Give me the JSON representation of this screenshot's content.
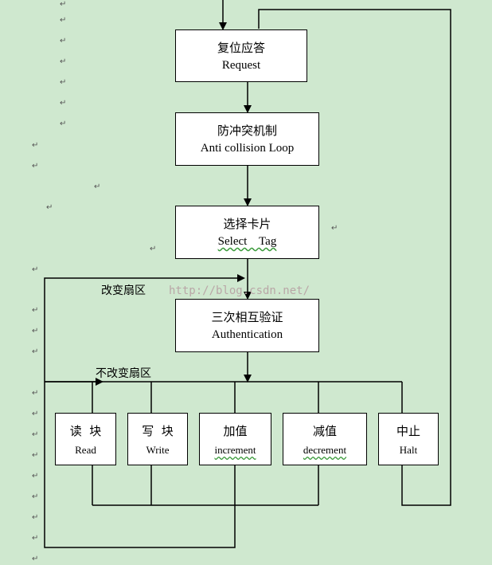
{
  "nodes": {
    "reset_response": {
      "cn": "复位应答",
      "en": "Request"
    },
    "anticollision": {
      "cn": "防冲突机制",
      "en": "Anti collision Loop"
    },
    "select_card": {
      "cn": "选择卡片",
      "en": "Select    Tag"
    },
    "authentication": {
      "cn": "三次相互验证",
      "en": "Authentication"
    },
    "read_block": {
      "cn": "读  块",
      "en": "Read"
    },
    "write_block": {
      "cn": "写  块",
      "en": "Write"
    },
    "increment": {
      "cn": "加值",
      "en": "increment"
    },
    "decrement": {
      "cn": "减值",
      "en": "decrement"
    },
    "halt": {
      "cn": "中止",
      "en": "Halt"
    }
  },
  "edge_labels": {
    "change_sector": "改变扇区",
    "no_change_sector": "不改变扇区"
  },
  "watermark": "http://blog.csdn.net/",
  "para_mark": "↵"
}
